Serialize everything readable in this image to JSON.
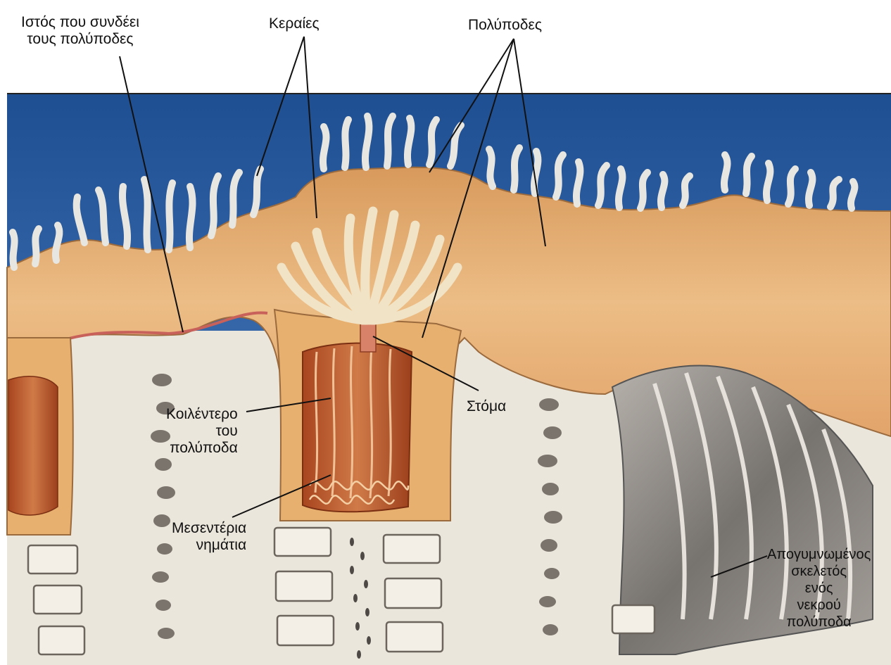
{
  "diagram": {
    "labels": {
      "connecting_tissue": "Ιστός που συνδέει\nτους πολύποδες",
      "tentacles": "Κεραίες",
      "polyps": "Πολύποδες",
      "mouth": "Στόμα",
      "coelenteron": "Κοιλέντερο\nτου\nπολύποδα",
      "mesenterial_filaments": "Μεσεντέρια\nνημάτια",
      "dead_polyp_skeleton": "Απογυμνωμένος\nσκελετός\nενός\nνεκρού\nπολύποδα"
    },
    "colors": {
      "sea": "#2a5b9e",
      "tissue": "#e9b77f",
      "tissue_dark": "#c98a4e",
      "tentacle": "#e8e6e0",
      "coelenteron": "#b8542b",
      "skeleton": "#ebe6dc",
      "dead_skeleton": "#8e8a86"
    }
  }
}
